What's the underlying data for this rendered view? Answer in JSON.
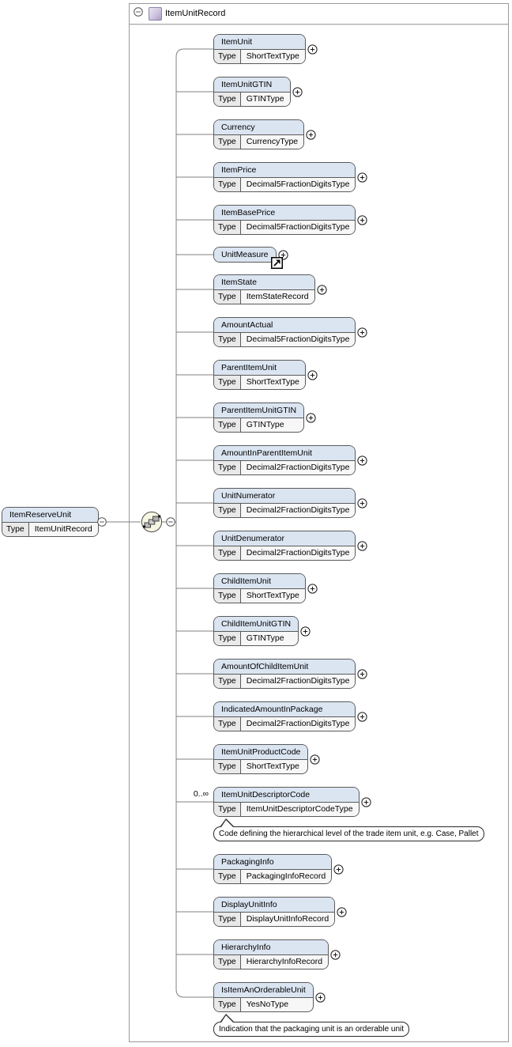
{
  "type_label": "Type",
  "record": {
    "title": "ItemUnitRecord"
  },
  "root_element": {
    "name": "ItemReserveUnit",
    "type": "ItemUnitRecord"
  },
  "compositor": {
    "icon": "sequence-icon"
  },
  "children": [
    {
      "name": "ItemUnit",
      "type": "ShortTextType"
    },
    {
      "name": "ItemUnitGTIN",
      "type": "GTINType"
    },
    {
      "name": "Currency",
      "type": "CurrencyType"
    },
    {
      "name": "ItemPrice",
      "type": "Decimal5FractionDigitsType"
    },
    {
      "name": "ItemBasePrice",
      "type": "Decimal5FractionDigitsType"
    },
    {
      "name": "UnitMeasure",
      "type": null,
      "reference": true
    },
    {
      "name": "ItemState",
      "type": "ItemStateRecord"
    },
    {
      "name": "AmountActual",
      "type": "Decimal5FractionDigitsType"
    },
    {
      "name": "ParentItemUnit",
      "type": "ShortTextType"
    },
    {
      "name": "ParentItemUnitGTIN",
      "type": "GTINType"
    },
    {
      "name": "AmountInParentItemUnit",
      "type": "Decimal2FractionDigitsType"
    },
    {
      "name": "UnitNumerator",
      "type": "Decimal2FractionDigitsType"
    },
    {
      "name": "UnitDenumerator",
      "type": "Decimal2FractionDigitsType"
    },
    {
      "name": "ChildItemUnit",
      "type": "ShortTextType"
    },
    {
      "name": "ChildItemUnitGTIN",
      "type": "GTINType"
    },
    {
      "name": "AmountOfChildItemUnit",
      "type": "Decimal2FractionDigitsType"
    },
    {
      "name": "IndicatedAmountInPackage",
      "type": "Decimal2FractionDigitsType"
    },
    {
      "name": "ItemUnitProductCode",
      "type": "ShortTextType"
    },
    {
      "name": "ItemUnitDescriptorCode",
      "type": "ItemUnitDescriptorCodeType",
      "occurrence": "0..∞",
      "annotation": "Code defining the hierarchical level of the trade item unit, e.g. Case, Pallet"
    },
    {
      "name": "PackagingInfo",
      "type": "PackagingInfoRecord"
    },
    {
      "name": "DisplayUnitInfo",
      "type": "DisplayUnitInfoRecord"
    },
    {
      "name": "HierarchyInfo",
      "type": "HierarchyInfoRecord"
    },
    {
      "name": "IsItemAnOrderableUnit",
      "type": "YesNoType",
      "annotation": "Indication that the packaging unit is an orderable unit"
    }
  ],
  "colors": {
    "element_header": "#dbe5f2",
    "element_border": "#5a5a5a",
    "type_label_bg": "#e9e9e9",
    "type_value_bg": "#f7f7f7",
    "connector": "#808080",
    "record_border": "#9a9a9a",
    "record_icon_fill": "#cfc4e0",
    "compositor_fill": "#f6f6e2"
  }
}
